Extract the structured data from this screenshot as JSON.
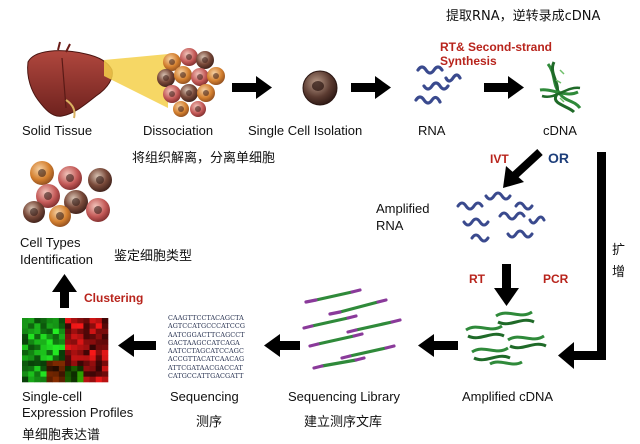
{
  "top_note": "提取RNA，逆转录成cDNA",
  "steps": {
    "solid_tissue": "Solid Tissue",
    "dissociation": "Dissociation",
    "single_cell_isolation": "Single Cell Isolation",
    "rna": "RNA",
    "cdna": "cDNA",
    "amplified_rna": "Amplified\nRNA",
    "amplified_cdna": "Amplified cDNA",
    "sequencing_library": "Sequencing Library",
    "sequencing": "Sequencing",
    "expression_profiles": "Single-cell\nExpression Profiles",
    "cell_types": "Cell Types\nIdentification"
  },
  "process_labels": {
    "rt_second_strand": "RT& Second-strand\nSynthesis",
    "ivt": "IVT",
    "or": "OR",
    "rt": "RT",
    "pcr": "PCR",
    "clustering": "Clustering"
  },
  "chinese_notes": {
    "dissociation": "将组织解离，分离单细胞",
    "amplify": "扩\n增",
    "library": "建立测序文库",
    "sequencing": "测序",
    "expression": "单细胞表达谱",
    "cell_types": "鉴定细胞类型"
  },
  "sequence_lines": [
    "CAAGTTCCTACAGCTA",
    "AGTCCATGCCCATCCG",
    "AATCGGACTTCAGCCT",
    "GACTAAGCCATCAGA",
    "AATCCTAGCATCCAGC",
    "ACCGTTACATCAACAG",
    "ATTCGATAACGACCAT",
    "CATGCCATTGACGATT"
  ],
  "colors": {
    "process_red": "#b8241c",
    "or_navy": "#1d3e7a",
    "arrow": "#000000",
    "rna_strand": "#3a4a8e",
    "cdna_strand": "#2f8a3a",
    "cell_dark": "#4a2a22",
    "cell_pink": "#c45a58",
    "cell_orange": "#d4802f",
    "liver": "#8a2e28"
  }
}
